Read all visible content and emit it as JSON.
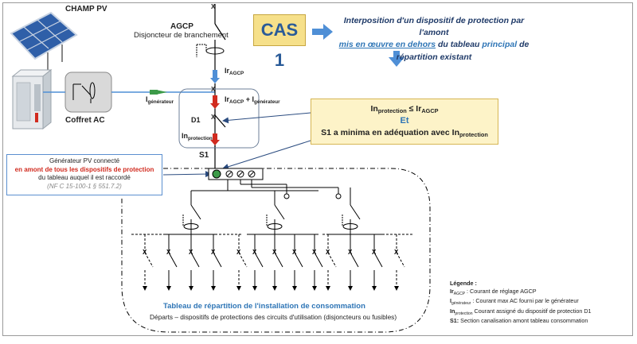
{
  "champ_pv": "CHAMP PV",
  "coffret_ac": "Coffret AC",
  "agcp_title": "AGCP",
  "agcp_subtitle": "Disjoncteur de branchement",
  "cas": "CAS 1",
  "headline": {
    "line1": "Interposition d'un dispositif de protection par l'amont",
    "line2_underlined": "mis en œuvre en dehors",
    "line2_mid": " du tableau ",
    "line2_principal": "principal",
    "line2_end": " de répartition existant"
  },
  "labels": {
    "ir": "Ir",
    "agcp_sub": "AGCP",
    "plus_i": " + I",
    "generateur_sub": "générateur",
    "i_gen": "I",
    "d1": "D1",
    "in": "In",
    "protection_sub": "protection",
    "s1": "S1",
    "x_mark": "X"
  },
  "condition": {
    "line1_pre": "In",
    "line1_sub": "protection",
    "line1_mid": " ≤ Ir",
    "line1_sub2": "AGCP",
    "et": "Et",
    "line3_pre": "S1 a minima en adéquation avec In",
    "line3_sub": "protection"
  },
  "generator_box": {
    "line1": "Générateur PV connecté",
    "line2": "en amont de tous les dispositifs de protection",
    "line3": "du tableau auquel il est raccordé",
    "line4": "(NF C 15-100-1 § 551.7.2)"
  },
  "tableau": {
    "title": "Tableau de répartition de l'installation de consommation",
    "subtitle": "Départs – dispositifs de protections des circuits d'utilisation (disjoncteurs ou fusibles)"
  },
  "legend": {
    "title": "Légende :",
    "items": [
      {
        "term": "Ir",
        "sub": "AGCP",
        "text": " : Courant de réglage AGCP"
      },
      {
        "term": "I",
        "sub": "générateur",
        "text": " : Courant max AC fourni par le générateur"
      },
      {
        "term": "In",
        "sub": "protection",
        "text": " Courant assigné du dispositif de protection D1"
      },
      {
        "term": "S1:",
        "sub": "",
        "text": " Section canalisation amont tableau consommation"
      }
    ]
  },
  "colors": {
    "accent_blue": "#4f8fd6",
    "dark_blue": "#1f3a68",
    "red": "#d12b1f",
    "green": "#3c9a48",
    "cas_fill": "#f6e08a",
    "cond_fill": "#fdf3c8"
  }
}
